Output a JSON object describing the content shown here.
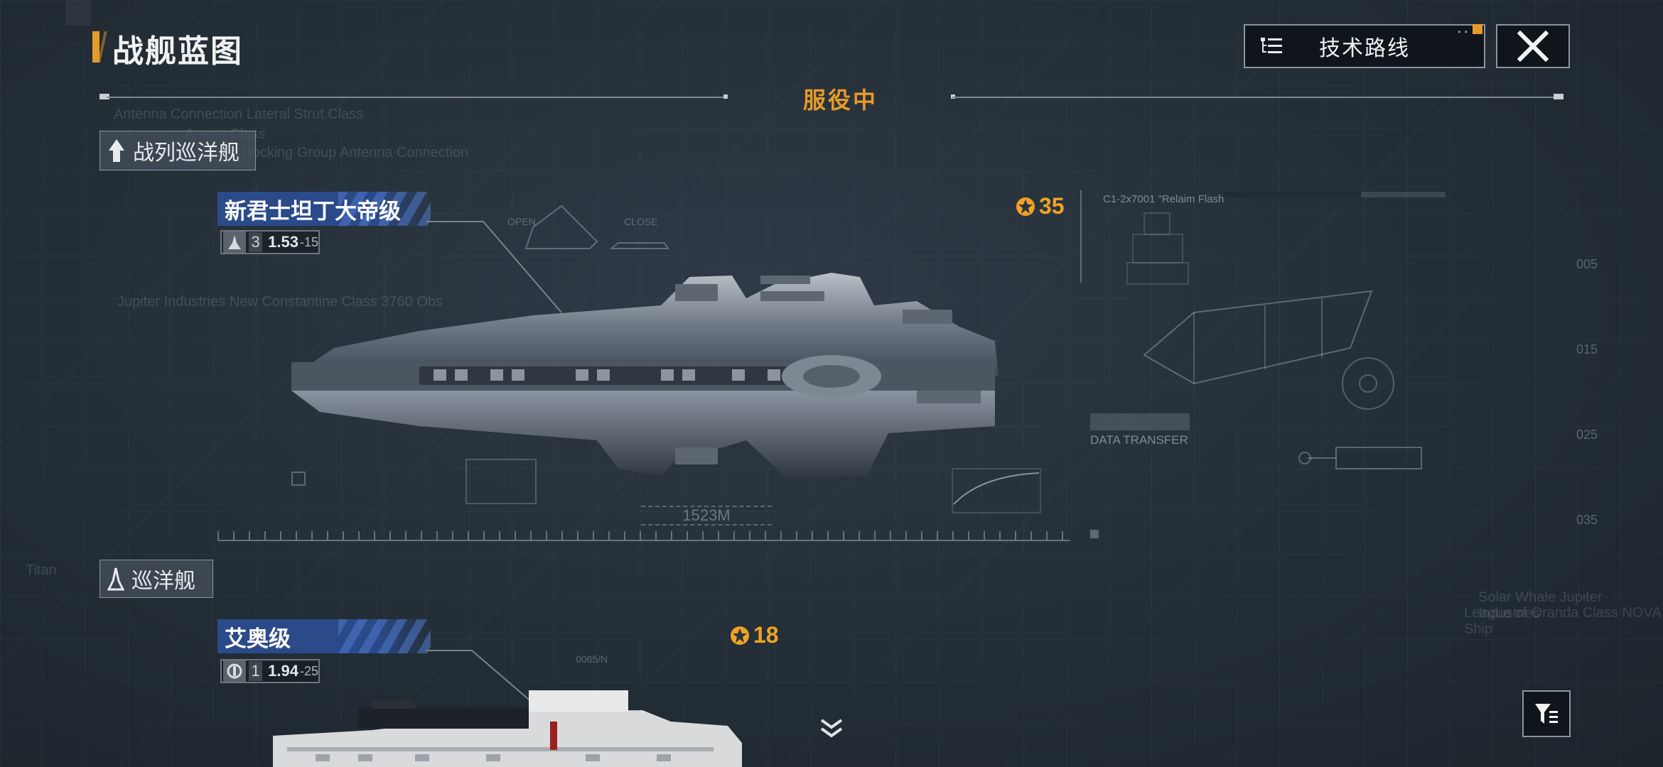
{
  "header": {
    "title": "战舰蓝图",
    "tech_route_label": "技术路线",
    "tech_route_dots": "• •",
    "close_icon": "close-icon"
  },
  "service": {
    "label": "服役中"
  },
  "categories": [
    {
      "label": "战列巡洋舰",
      "icon": "battlecruiser-icon"
    },
    {
      "label": "巡洋舰",
      "icon": "cruiser-icon"
    }
  ],
  "ships": [
    {
      "name": "新君士坦丁大帝级",
      "level": "3",
      "stat_main": "1.53",
      "stat_sub": "-15",
      "cost": "35",
      "length_label": "1523M"
    },
    {
      "name": "艾奥级",
      "level": "1",
      "stat_main": "1.94",
      "stat_sub": "-25",
      "cost": "18"
    }
  ],
  "decor": {
    "bg_text_1": "Antenna Connection Lateral Strut Class",
    "bg_text_2": "Ammo Class",
    "bg_text_3": "Docking Group Antenna Connection",
    "bg_text_4": "Jupiter Industries  New Constantine Class  3760 Obs",
    "open": "OPEN",
    "close": "CLOSE",
    "data_transfer": "DATA TRANSFER",
    "callsign": "C1-2x7001 \"Relaim Flash\"",
    "r1": "005",
    "r2": "015",
    "r3": "025",
    "r4": "035",
    "sum1": "Solar Whale Jupiter Industries",
    "sum2": "League of Oranda Class NOVA Ship",
    "titan": "Titan",
    "gauge": "0065/N"
  },
  "colors": {
    "accent": "#e69a2a",
    "cost": "#f0a225",
    "tag_blue": "#2a4a8a",
    "bg": "#253039"
  }
}
